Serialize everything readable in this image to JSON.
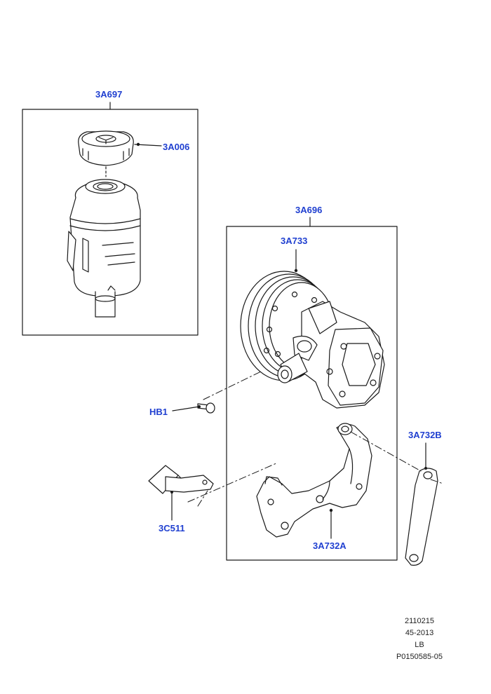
{
  "callouts": {
    "reservoir_assembly": "3A697",
    "reservoir_cap": "3A006",
    "pump_assembly": "3A696",
    "pump_pulley": "3A733",
    "bolt": "HB1",
    "bracket_b": "3A732B",
    "shield": "3C511",
    "bracket_a": "3A732A"
  },
  "footer": {
    "line1": "2110215",
    "line2": "45-2013",
    "line3": "LB",
    "line4": "P0150585-05"
  },
  "colors": {
    "callout": "#1f3fd0",
    "line": "#1a1a1a",
    "part_fill": "#ffffff"
  }
}
